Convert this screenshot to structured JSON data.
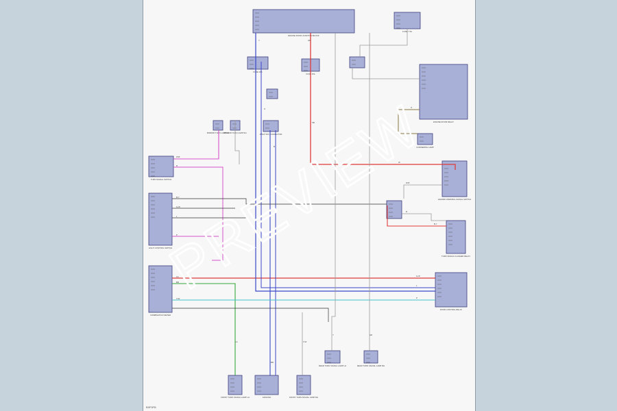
{
  "sheet_id": "B9F9FB",
  "watermark": "PREVIEW",
  "colors": {
    "background": "#c6d3dd",
    "paper": "#f7f7f7",
    "component_fill": "#a9b0d8",
    "component_stroke": "#3b3f7a",
    "wire_red": "#e03a3a",
    "wire_blue": "#3a46c8",
    "wire_pink": "#d453c9",
    "wire_green": "#35a83a",
    "wire_cyan": "#3fc3c9",
    "wire_brown": "#8a7a45",
    "wire_black": "#333333",
    "wire_gray": "#9a9a9a"
  },
  "components": {
    "fuse_box_top": "ENGINE ROOM JUNCTION BLOCK",
    "fuse_10a": "FUSE 10A",
    "fuse_15a": "FUSE 15A",
    "fuse_7_5a": "FUSE 7.5A",
    "turn_signal_switch": "TURN SIGNAL SWITCH",
    "light_control_switch": "LIGHT CONTROL SWITCH",
    "engine_room_relay": "ENGINE ROOM RELAY",
    "combination_meter": "COMBINATION METER",
    "front_turn_lamp_lh": "FRONT TURN SIGNAL LAMP LH",
    "front_turn_lamp_rh": "FRONT TURN SIGNAL LAMP RH",
    "rear_turn_lamp_lh": "REAR TURN SIGNAL LAMP LH",
    "rear_turn_lamp_rh": "REAR TURN SIGNAL LAMP RH",
    "hazard_switch": "HAZARD WARNING SIGNAL SWITCH",
    "flasher_relay": "TURN SIGNAL FLASHER RELAY",
    "door_control_relay": "DOOR CONTROL RELAY",
    "mirror_lamp_lh": "MIRROR TURN LAMP LH",
    "mirror_lamp_rh": "MIRROR TURN LAMP RH",
    "junction_connector": "JUNCTION CONNECTOR",
    "ground": "GROUND",
    "cornering_lamp": "CORNERING LAMP"
  },
  "wire_codes": [
    "W-B",
    "R",
    "B-Y",
    "G-W",
    "L",
    "P",
    "LG",
    "BR",
    "V-W",
    "Y",
    "GR",
    "O",
    "B",
    "SB",
    "W"
  ]
}
